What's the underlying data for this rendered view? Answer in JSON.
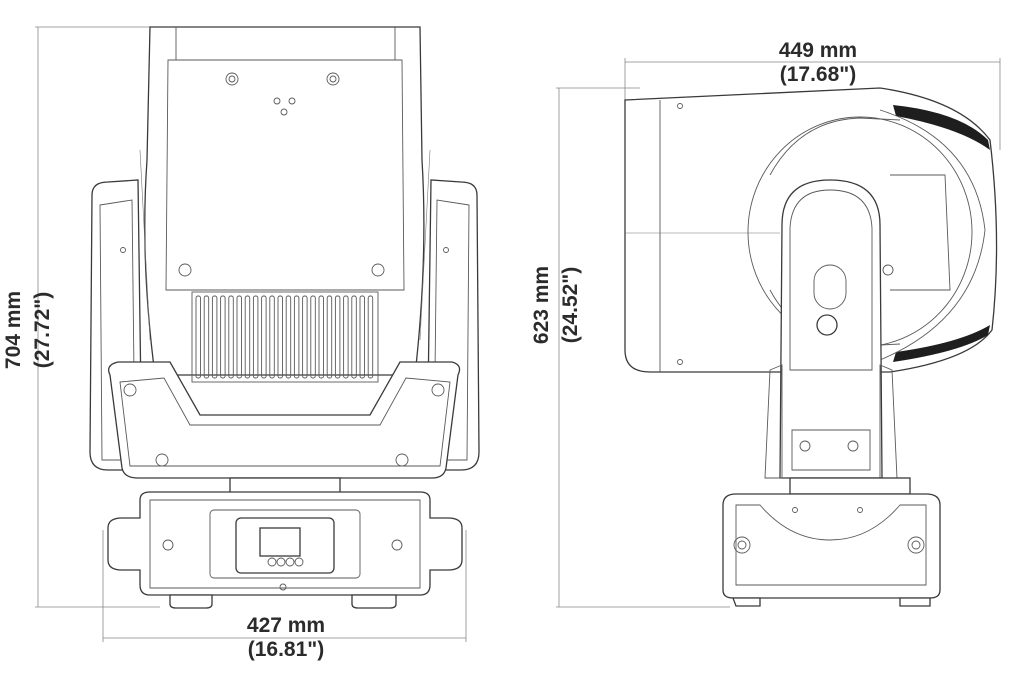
{
  "front_view": {
    "height": {
      "mm": "704 mm",
      "in": "(27.72\")"
    },
    "width": {
      "mm": "427 mm",
      "in": "(16.81\")"
    }
  },
  "side_view": {
    "height": {
      "mm": "623 mm",
      "in": "(24.52\")"
    },
    "depth": {
      "mm": "449 mm",
      "in": "(17.68\")"
    }
  },
  "colors": {
    "outline": "#3a3a3a",
    "dimension_text": "#2b2b2b",
    "dimension_line": "#888888"
  }
}
